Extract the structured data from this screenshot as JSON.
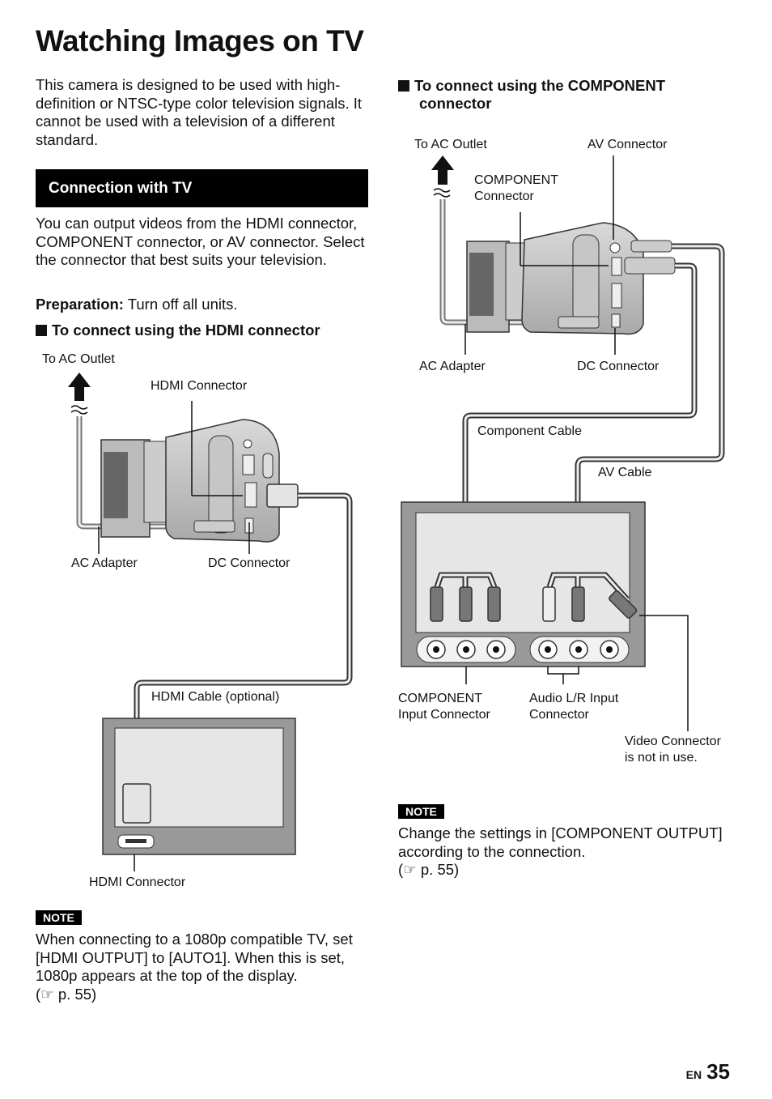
{
  "page": {
    "title": "Watching Images on TV",
    "intro": "This camera is designed to be used with high-definition or NTSC-type color television signals. It cannot be used with a television of a different standard.",
    "section_title": "Connection with TV",
    "section_text": "You can output videos from the HDMI connector, COMPONENT connector, or AV connector. Select the connector that best suits your television.",
    "preparation_label": "Preparation:",
    "preparation_text": " Turn off all units.",
    "lang": "EN",
    "page_number": "35"
  },
  "hdmi": {
    "heading": "To connect using the HDMI connector",
    "labels": {
      "ac_outlet": "To AC Outlet",
      "hdmi_connector_cam": "HDMI Connector",
      "ac_adapter": "AC Adapter",
      "dc_connector": "DC Connector",
      "hdmi_cable": "HDMI Cable (optional)",
      "hdmi_connector_tv": "HDMI Connector"
    },
    "note_tag": "NOTE",
    "note_text_1": "When connecting to a 1080p compatible TV, set [HDMI OUTPUT] to [AUTO1]. When this is set, 1080p appears at the top of the display.",
    "note_ref": "(☞ p. 55)"
  },
  "component": {
    "heading_line1": "To connect using the COMPONENT",
    "heading_line2": "connector",
    "labels": {
      "ac_outlet": "To AC Outlet",
      "av_connector": "AV Connector",
      "component_connector_1": "COMPONENT",
      "component_connector_2": "Connector",
      "ac_adapter": "AC Adapter",
      "dc_connector": "DC Connector",
      "component_cable": "Component Cable",
      "av_cable": "AV Cable",
      "component_input_1": "COMPONENT",
      "component_input_2": "Input Connector",
      "audio_input_1": "Audio L/R Input",
      "audio_input_2": "Connector",
      "video_connector_1": "Video Connector",
      "video_connector_2": "is not in use."
    },
    "note_tag": "NOTE",
    "note_text": "Change the settings in [COMPONENT OUTPUT] according to the connection.",
    "note_ref": "(☞ p. 55)"
  }
}
